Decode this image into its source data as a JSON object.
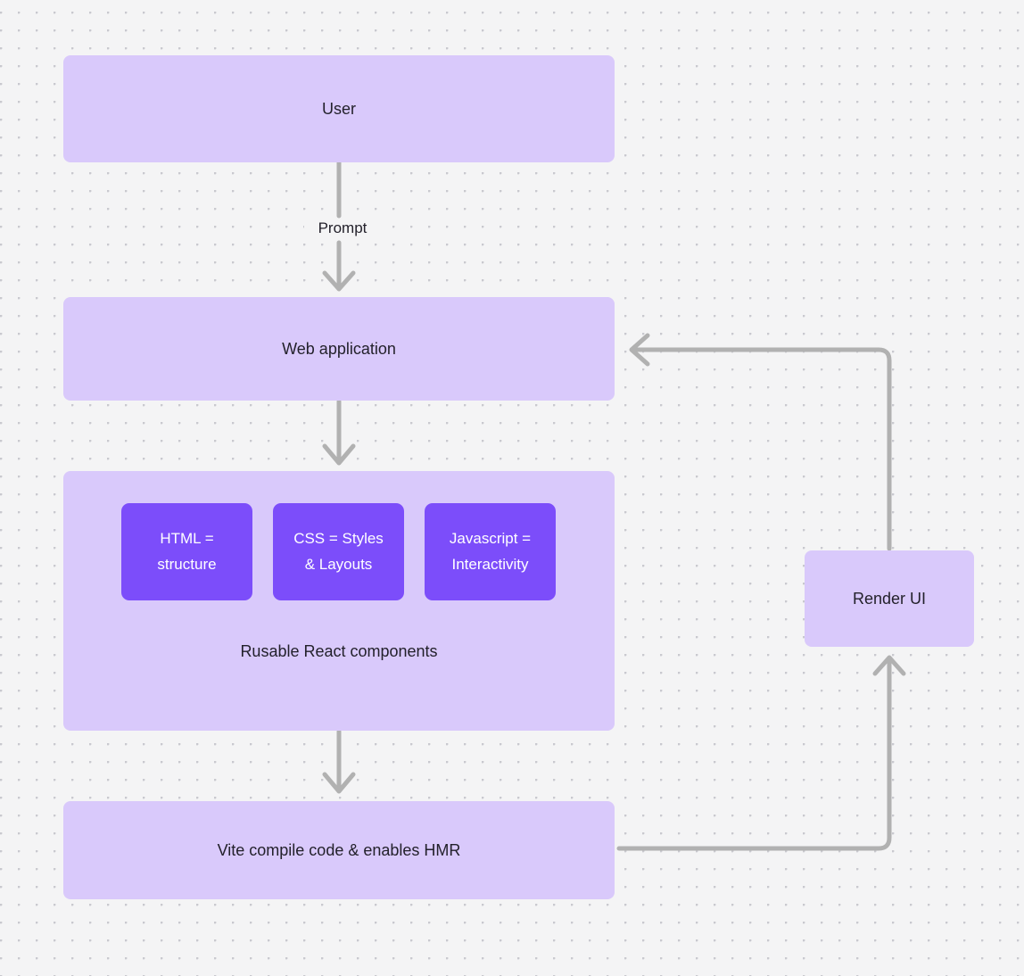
{
  "diagram": {
    "background_color": "#f4f4f5",
    "dot_color": "#c9c9cf",
    "node_fill": "#d9c9fb",
    "node_accent_fill": "#7c4dfa",
    "edge_color": "#b1b1b1",
    "text_color": "#23212b"
  },
  "nodes": {
    "user": {
      "label": "User"
    },
    "web_application": {
      "label": "Web application"
    },
    "components_group": {
      "label": "Rusable React components"
    },
    "html": {
      "label": "HTML =\nstructure",
      "line1": "HTML =",
      "line2": "structure"
    },
    "css": {
      "label": "CSS = Styles\n& Layouts",
      "line1": "CSS = Styles",
      "line2": "& Layouts"
    },
    "javascript": {
      "label": "Javascript =\nInteractivity",
      "line1": "Javascript =",
      "line2": "Interactivity"
    },
    "vite": {
      "label": "Vite compile code & enables HMR"
    },
    "render_ui": {
      "label": "Render UI"
    }
  },
  "edges": [
    {
      "from": "user",
      "to": "web_application",
      "label": "Prompt"
    },
    {
      "from": "web_application",
      "to": "components_group",
      "label": ""
    },
    {
      "from": "components_group",
      "to": "vite",
      "label": ""
    },
    {
      "from": "vite",
      "to": "render_ui",
      "label": ""
    },
    {
      "from": "render_ui",
      "to": "web_application",
      "label": ""
    }
  ],
  "edge_labels": {
    "prompt": "Prompt"
  }
}
